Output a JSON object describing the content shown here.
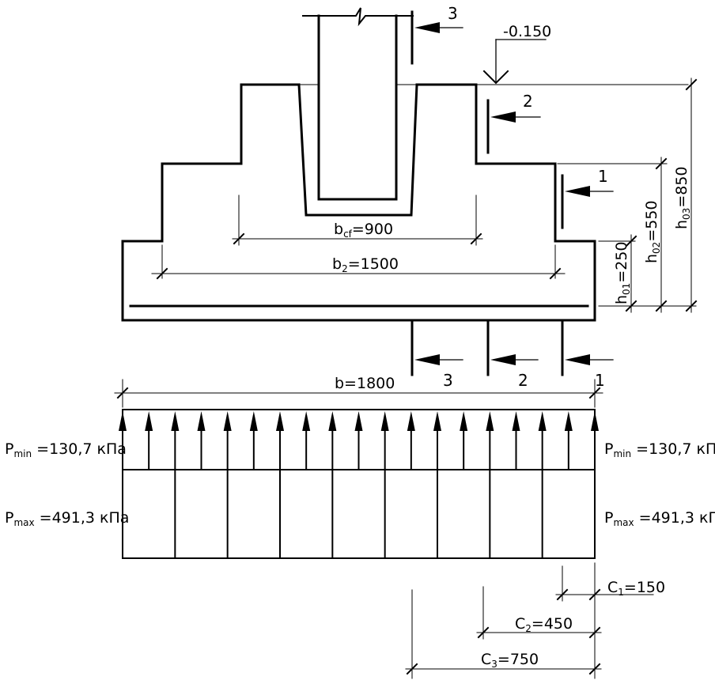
{
  "elevation": {
    "value": "-0.150"
  },
  "sections": {
    "s1": "1",
    "s2": "2",
    "s3": "3"
  },
  "dims": {
    "bcf": {
      "main": "b",
      "sub": "cf",
      "value": "=900"
    },
    "b2": {
      "main": "b",
      "sub": "2",
      "value": "=1500"
    },
    "b": {
      "text": "b=1800"
    },
    "h01": {
      "main": "h",
      "sub": "01",
      "value": "=250"
    },
    "h02": {
      "main": "h",
      "sub": "02",
      "value": "=550"
    },
    "h03": {
      "main": "h",
      "sub": "03",
      "value": "=850"
    },
    "c1": {
      "main": "C",
      "sub": "1",
      "value": "=150"
    },
    "c2": {
      "main": "C",
      "sub": "2",
      "value": "=450"
    },
    "c3": {
      "main": "C",
      "sub": "3",
      "value": "=750"
    }
  },
  "pressure": {
    "pmin": {
      "main": "P",
      "sub": "min",
      "value": " =130,7  кПа"
    },
    "pmax": {
      "main": "P",
      "sub": "max",
      "value": " =491,3  кПа"
    }
  },
  "colors": {
    "line": "#000000",
    "background": "#ffffff"
  }
}
